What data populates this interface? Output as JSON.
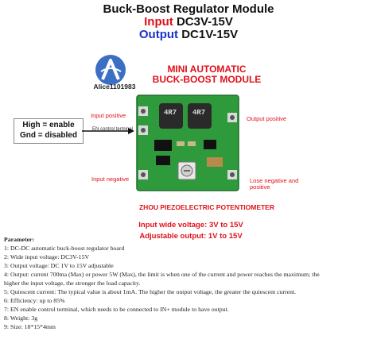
{
  "header": {
    "title": "Buck-Boost Regulator Module",
    "input_label": "Input",
    "input_value": "DC3V-15V",
    "output_label": "Output",
    "output_value": "DC1V-15V"
  },
  "logo": {
    "name": "Alice1101983"
  },
  "product": {
    "title_line1": "MINI AUTOMATIC",
    "title_line2": "BUCK-BOOST MODULE"
  },
  "labels": {
    "input_positive": "Input positive",
    "en_terminal": "EN control terminal",
    "input_negative": "Input negative",
    "output_positive": "Output positive",
    "lose_line1": "Lose negative and",
    "lose_line2": "positive",
    "enable_line1": "High = enable",
    "enable_line2": "Gnd = disabled",
    "inductor_1": "4R7",
    "inductor_2": "4R7"
  },
  "potentiometer": "ZHOU PIEZOELECTRIC POTENTIOMETER",
  "voltage": {
    "input": "Input wide voltage: 3V to 15V",
    "output": "Adjustable output: 1V to 15V"
  },
  "parameters": {
    "heading": "Parameter:",
    "lines": [
      "1: DC-DC automatic buck-boost regulator board",
      "2: Wide input voltage: DC3V-15V",
      "3: Output voltage: DC 1V to 15V adjustable",
      "4: Output: current 700ma (Max) or power 5W (Max), the limit is when one of the current and power reaches the maximum; the",
      "higher the input voltage, the stronger the load capacity.",
      "5: Quiescent current: The typical value is about 1mA. The higher the output voltage, the greater the quiescent current.",
      "6: Efficiency: up to 85%",
      "7: EN enable control terminal, which needs to be connected to IN+ module to have output.",
      "8: Weight: 3g",
      "9: Size: 18*15*4mm"
    ]
  },
  "colors": {
    "red": "#e0101a",
    "blue": "#1832c8",
    "board": "#2f9a3c"
  }
}
